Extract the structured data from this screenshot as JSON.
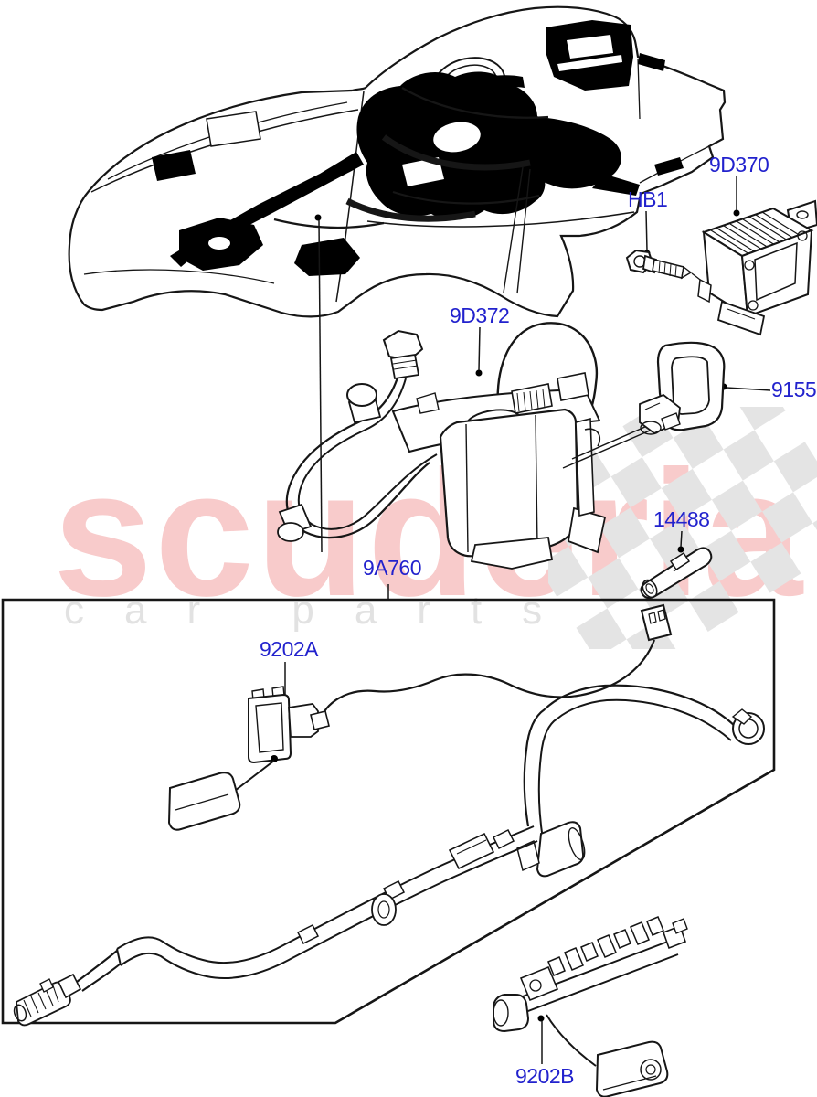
{
  "watermark": {
    "brand": "scuderia",
    "tagline": "car parts",
    "brand_color": "#f8cbcb",
    "tagline_color": "#e2e2e2",
    "flag_color": "#e4e4e4"
  },
  "diagram": {
    "label_color": "#2222cd",
    "line_color": "#161616",
    "labels": [
      {
        "id": "9D370",
        "text": "9D370"
      },
      {
        "id": "HB1",
        "text": "HB1"
      },
      {
        "id": "9D372",
        "text": "9D372"
      },
      {
        "id": "9155",
        "text": "9155"
      },
      {
        "id": "14488",
        "text": "14488"
      },
      {
        "id": "9A760",
        "text": "9A760"
      },
      {
        "id": "9202A",
        "text": "9202A"
      },
      {
        "id": "9202B",
        "text": "9202B"
      }
    ]
  }
}
